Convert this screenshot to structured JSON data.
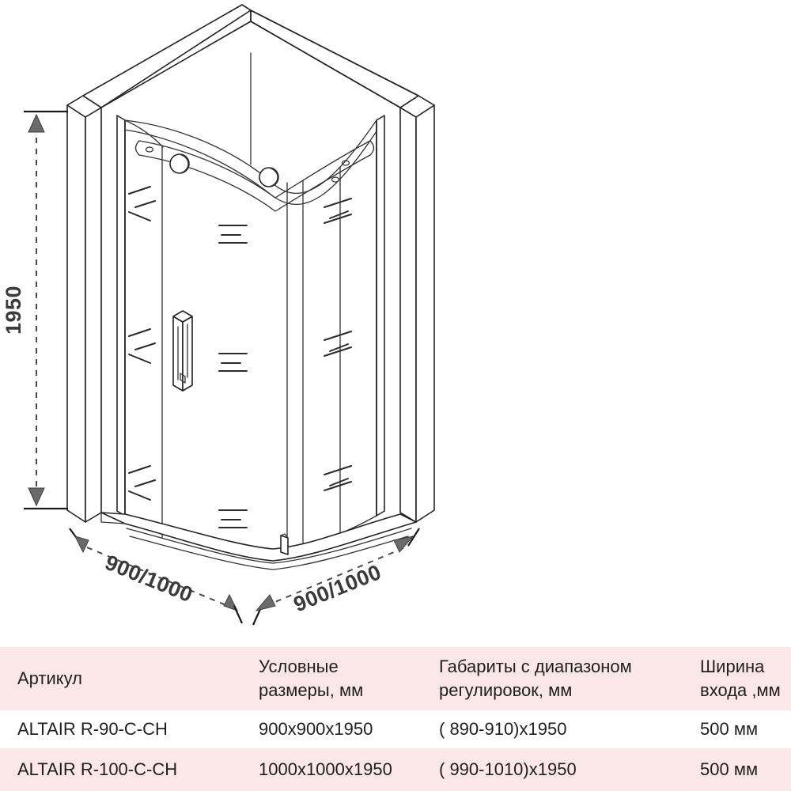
{
  "drawing": {
    "title": "shower-enclosure-isometric",
    "dimensions": {
      "height_label": "1950",
      "left_base_label": "900/1000",
      "right_base_label": "900/1000"
    },
    "line_color": "#222222",
    "arrow_color": "#6b6b6b",
    "dim_text_color": "#3a3a3a"
  },
  "table": {
    "header_bg": "#fbe7e7",
    "row_alt_bg": "#ffffff",
    "headers": [
      {
        "line1": "Артикул",
        "line2": ""
      },
      {
        "line1": "Условные",
        "line2": "размеры, мм"
      },
      {
        "line1": "Габариты с диапазоном",
        "line2": "регулировок, мм"
      },
      {
        "line1": "Ширина",
        "line2": "входа ,мм"
      }
    ],
    "rows": [
      {
        "article": "ALTAIR R-90-C-CH",
        "nominal": "900x900x1950",
        "adjustable": "( 890-910)x1950",
        "entry_width": "500 мм"
      },
      {
        "article": "ALTAIR R-100-C-CH",
        "nominal": "1000x1000x1950",
        "adjustable": "( 990-1010)x1950",
        "entry_width": "500 мм"
      }
    ]
  }
}
